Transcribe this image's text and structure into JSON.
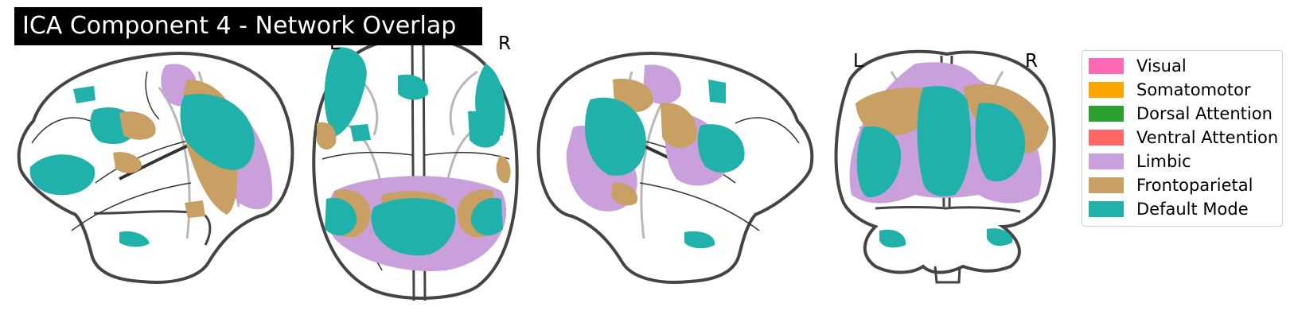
{
  "title": "ICA Component 4 - Network Overlap",
  "orientation": {
    "axial_left": "L",
    "axial_right": "R",
    "coronal_left": "L",
    "coronal_right": "R"
  },
  "legend": [
    {
      "label": "Visual",
      "color": "#ff69b4"
    },
    {
      "label": "Somatomotor",
      "color": "#ffa500"
    },
    {
      "label": "Dorsal Attention",
      "color": "#2ca02c"
    },
    {
      "label": "Ventral Attention",
      "color": "#ff6666"
    },
    {
      "label": "Limbic",
      "color": "#c9a0dc"
    },
    {
      "label": "Frontoparietal",
      "color": "#c8a064"
    },
    {
      "label": "Default Mode",
      "color": "#20b2aa"
    }
  ],
  "colors": {
    "outline": "#404040",
    "inner_outline": "#b0b0b0",
    "limbic": "#c9a0dc",
    "frontoparietal": "#c8a064",
    "default_mode": "#20b2aa"
  }
}
